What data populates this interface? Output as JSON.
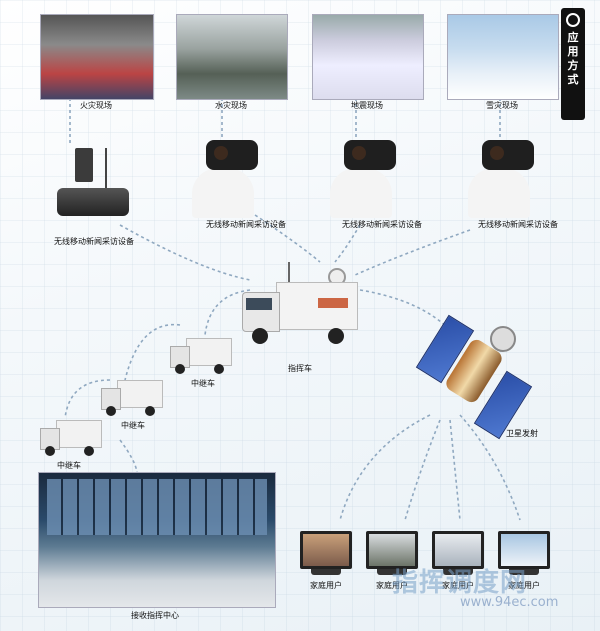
{
  "side_label": "应用方式",
  "scenes": [
    {
      "label": "火灾现场"
    },
    {
      "label": "水灾现场"
    },
    {
      "label": "地震现场"
    },
    {
      "label": "雪灾现场"
    }
  ],
  "devices": {
    "portable_camera": "无线移动新闻采访设备",
    "operator_1": "无线移动新闻采访设备",
    "operator_2": "无线移动新闻采访设备",
    "operator_3": "无线移动新闻采访设备"
  },
  "vehicles": {
    "command": "指挥车",
    "relay_1": "中继车",
    "relay_2": "中继车",
    "relay_3": "中继车"
  },
  "satellite": "卫星发射",
  "center": "接收指挥中心",
  "homes": [
    "家庭用户",
    "家庭用户",
    "家庭用户",
    "家庭用户"
  ],
  "watermark": {
    "cn": "指挥调度网",
    "url": "www.94ec.com"
  }
}
